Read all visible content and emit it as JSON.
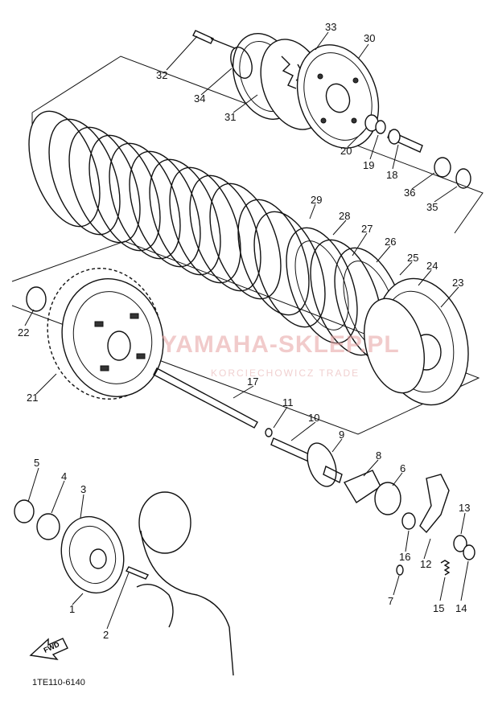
{
  "diagram_code": "1TE110-6140",
  "direction_arrow": "FWD",
  "watermark": {
    "main": "YAMAHA-SKLEP.PL",
    "sub": "KORCIECHOWICZ TRADE"
  },
  "callouts": [
    "1",
    "2",
    "3",
    "4",
    "5",
    "6",
    "7",
    "8",
    "9",
    "10",
    "11",
    "12",
    "13",
    "14",
    "15",
    "16",
    "17",
    "18",
    "19",
    "20",
    "21",
    "22",
    "23",
    "24",
    "25",
    "26",
    "27",
    "28",
    "29",
    "30",
    "31",
    "32",
    "33",
    "34",
    "35",
    "36"
  ]
}
